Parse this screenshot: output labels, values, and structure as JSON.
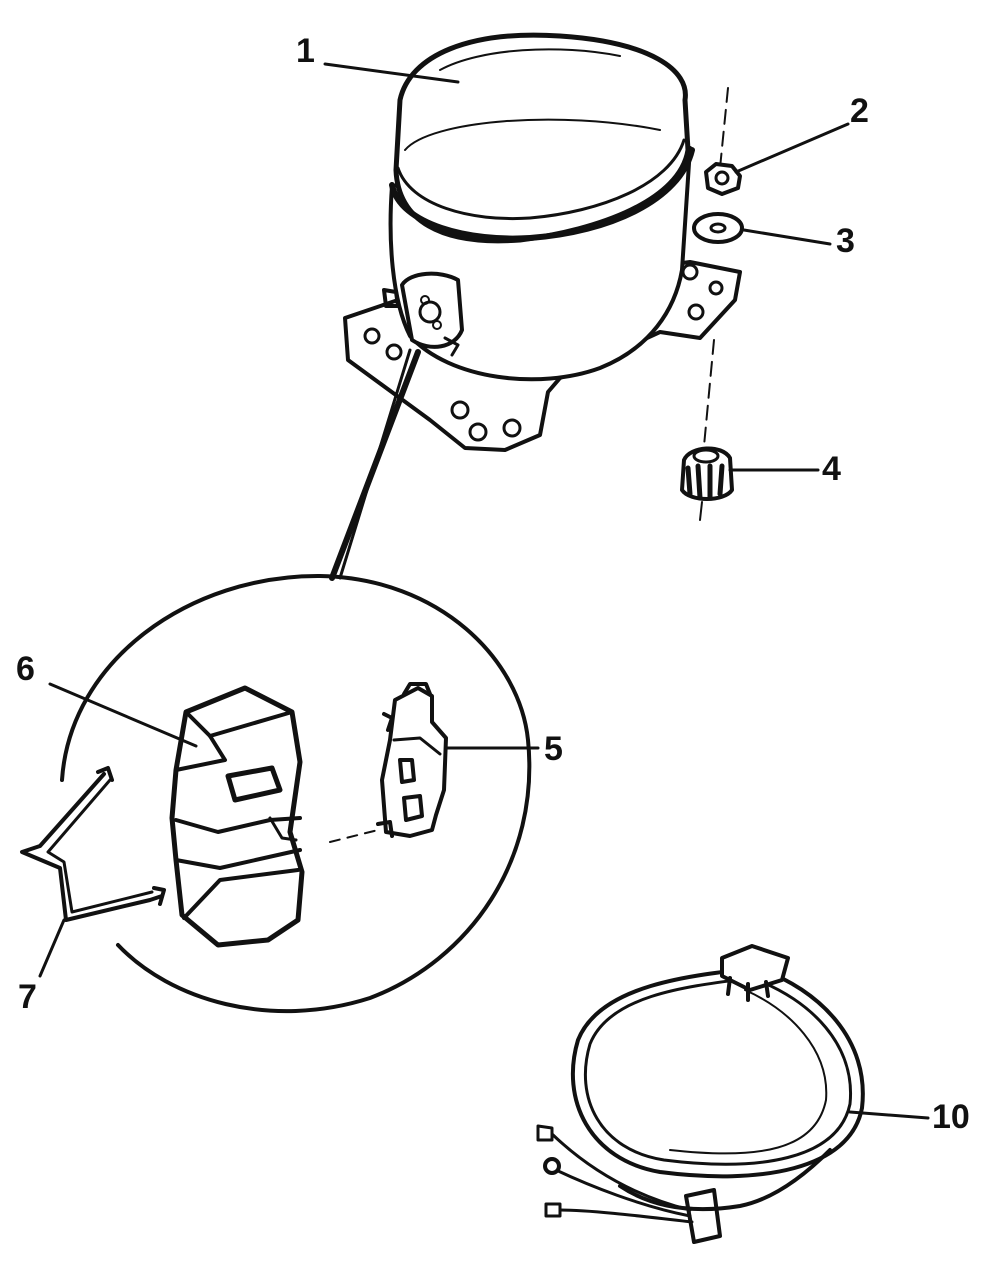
{
  "diagram": {
    "callouts": [
      {
        "id": "compressor",
        "label": "1"
      },
      {
        "id": "nut",
        "label": "2"
      },
      {
        "id": "washer",
        "label": "3"
      },
      {
        "id": "grommet",
        "label": "4"
      },
      {
        "id": "relay",
        "label": "5"
      },
      {
        "id": "terminal-cover",
        "label": "6"
      },
      {
        "id": "retaining-clip",
        "label": "7"
      },
      {
        "id": "wiring-harness",
        "label": "10"
      }
    ],
    "ink_color": "#111111",
    "background_color": "#ffffff"
  }
}
